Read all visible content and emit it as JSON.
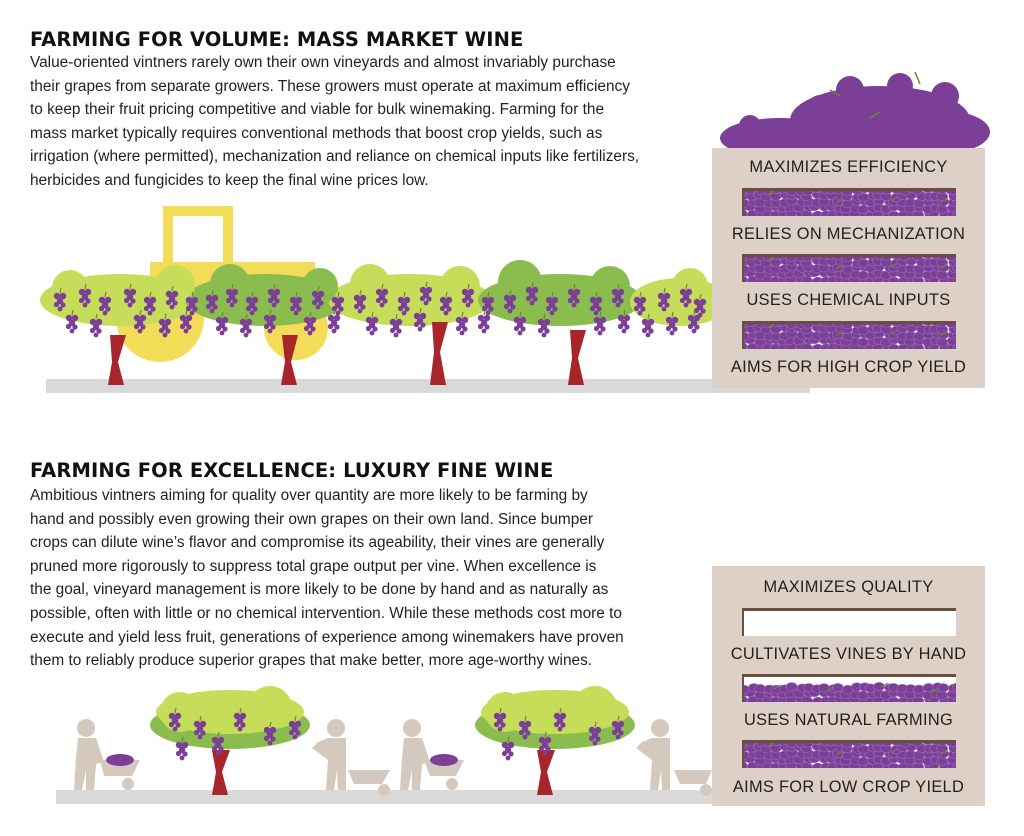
{
  "section_volume": {
    "title": "FARMING FOR VOLUME: MASS MARKET WINE",
    "paragraph_lines": [
      "Value-oriented vintners rarely own their own vineyards and almost invariably purchase",
      "their grapes from separate growers. These growers must operate at maximum efficiency",
      "to keep their fruit pricing competitive and viable for bulk winemaking. Farming for the",
      "mass market typically requires conventional methods that boost crop yields, such as",
      "irrigation (where permitted), mechanization and reliance on chemical inputs like fertilizers,",
      "herbicides and fungicides to keep the final wine prices low."
    ],
    "crate_labels": [
      "MAXIMIZES EFFICIENCY",
      "RELIES ON MECHANIZATION",
      "USES CHEMICAL  INPUTS",
      "AIMS FOR HIGH CROP YIELD"
    ],
    "bin_fill": [
      1.0,
      1.0,
      1.0
    ]
  },
  "section_excellence": {
    "title": "FARMING FOR EXCELLENCE: LUXURY FINE WINE",
    "paragraph_lines": [
      "Ambitious vintners aiming for quality over quantity are more likely to be farming by",
      "hand and possibly even growing their own grapes on their own land. Since bumper",
      "crops can dilute wine’s flavor and compromise its ageability, their vines are generally",
      "pruned more rigorously to suppress total grape output per vine. When excellence is",
      "the goal, vineyard management is more likely to be done by hand and as naturally as",
      "possible, often with little or no chemical intervention. While these methods cost more to",
      "execute and yield less fruit, generations of experience among winemakers have proven",
      "them to reliably produce superior grapes that make better, more age-worthy wines."
    ],
    "crate_labels": [
      "MAXIMIZES QUALITY",
      "CULTIVATES VINES BY HAND",
      "USES NATURAL FARMING",
      "AIMS FOR LOW CROP YIELD"
    ],
    "bin_fill": [
      0.0,
      0.6,
      1.0
    ]
  },
  "colors": {
    "grape": "#7b3f98",
    "foliage_light": "#c6dd5a",
    "foliage_dark": "#8bbd4e",
    "trunk": "#a8252b",
    "tractor": "#f3dd58",
    "crate": "#ddd0c6",
    "ground": "#d9d9d9",
    "worker": "#d5c9bd"
  },
  "icons": [
    "tractor-icon",
    "grapevine-icon",
    "grape-cluster-icon",
    "vineyard-worker-icon",
    "wheelbarrow-icon",
    "grape-crate-icon"
  ]
}
